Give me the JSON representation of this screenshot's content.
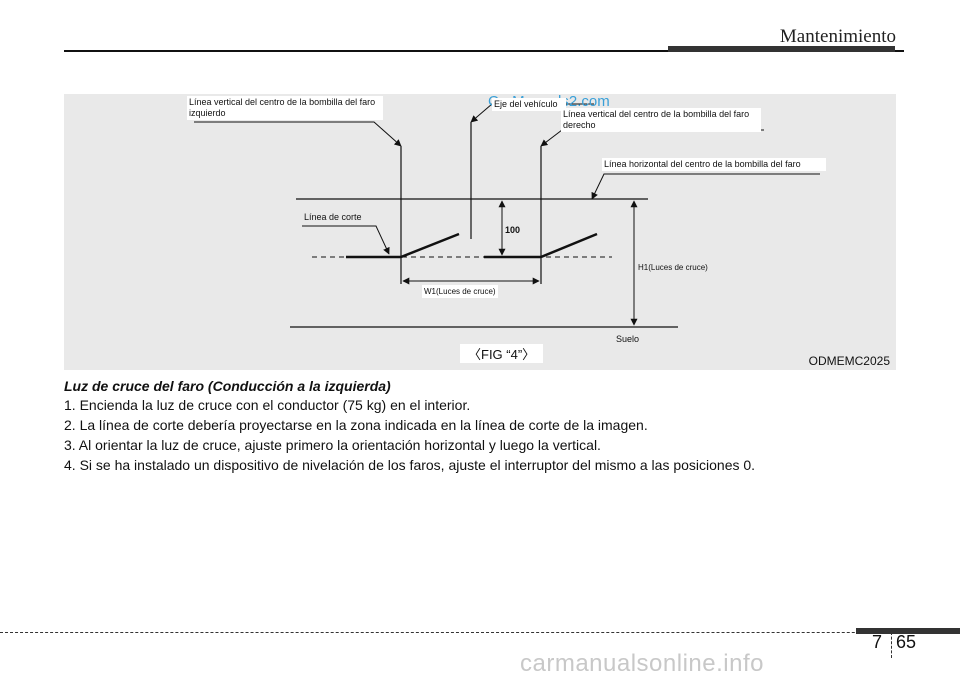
{
  "header": {
    "title": "Mantenimiento"
  },
  "figure": {
    "watermark": "CarManuals2.com",
    "labels": {
      "left_vertical": "Línea vertical del centro de la bombilla del faro izquierdo",
      "axis": "Eje del vehículo",
      "right_vertical": "Línea vertical del centro de la bombilla del faro derecho",
      "horizontal": "Línea horizontal del centro de la bombilla del faro",
      "cutoff": "Línea de corte",
      "dim_100": "100",
      "h1": "H1(Luces de cruce)",
      "w1": "W1(Luces de cruce)",
      "ground": "Suelo"
    },
    "caption": "〈FIG “4”〉",
    "code": "ODMEMC2025"
  },
  "content": {
    "section_title": "Luz de cruce del faro (Conducción a la izquierda)",
    "steps": [
      "1. Encienda la luz de cruce con el conductor (75 kg) en el interior.",
      "2. La línea de corte debería proyectarse en la zona indicada en la línea de corte de la imagen.",
      "3. Al orientar la luz de cruce, ajuste primero la orientación horizontal y luego la vertical.",
      "4. Si se ha instalado un dispositivo de nivelación de los faros, ajuste el interruptor del mismo a las posiciones 0."
    ]
  },
  "footer": {
    "chapter": "7",
    "page": "65",
    "site_watermark": "carmanualsonline.info"
  }
}
